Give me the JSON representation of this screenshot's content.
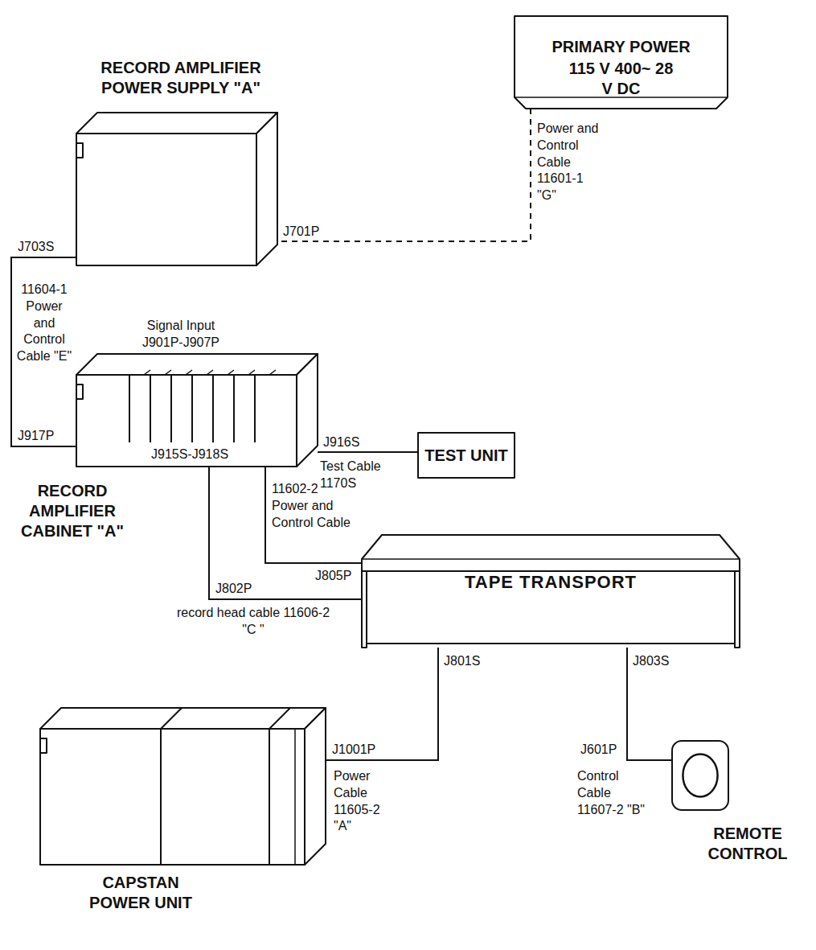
{
  "diagram": {
    "nodes": [
      {
        "text": [
          "PRIMARY POWER",
          "115 V 400~ 28 V DC"
        ]
      },
      {
        "text": [
          "RECORD AMPLIFIER POWER SUPPLY \"A\""
        ]
      },
      {
        "text": [
          "RECORD AMPLIFIER CABINET \"A\""
        ]
      },
      {
        "text": [
          "TEST UNIT"
        ]
      },
      {
        "text": [
          "TAPE TRANSPORT"
        ]
      },
      {
        "text": [
          "CAPSTAN POWER UNIT"
        ]
      },
      {
        "text": [
          "REMOTE CONTROL"
        ]
      }
    ],
    "edges": [
      {
        "from": 0,
        "to": 1,
        "arrow": "none",
        "label": "Power and Control Cable 11601-1 \"G\""
      },
      {
        "from": 1,
        "to": 2,
        "arrow": "none",
        "label": "11604-1 Power and Control Cable \"E\""
      },
      {
        "from": 2,
        "to": 3,
        "arrow": "none",
        "label": "Test Cable 1170S"
      },
      {
        "from": 2,
        "to": 4,
        "arrow": "none",
        "label": "11602-2 Power and Control Cable"
      },
      {
        "from": 2,
        "to": 4,
        "arrow": "none",
        "label": "record head cable 11606-2 \"C \""
      },
      {
        "from": 4,
        "to": 5,
        "arrow": "none",
        "label": "Power Cable 11605-2 \"A\""
      },
      {
        "from": 4,
        "to": 6,
        "arrow": "none",
        "label": "Control Cable 11607-2 \"B\""
      }
    ],
    "labels": [
      "J701P",
      "J703S",
      "Signal Input",
      "J901P-J907P",
      "J917P",
      "J916S",
      "J915S-J918S",
      "J802P",
      "J805P",
      "J801S",
      "J803S",
      "J1001P",
      "J601P"
    ]
  }
}
